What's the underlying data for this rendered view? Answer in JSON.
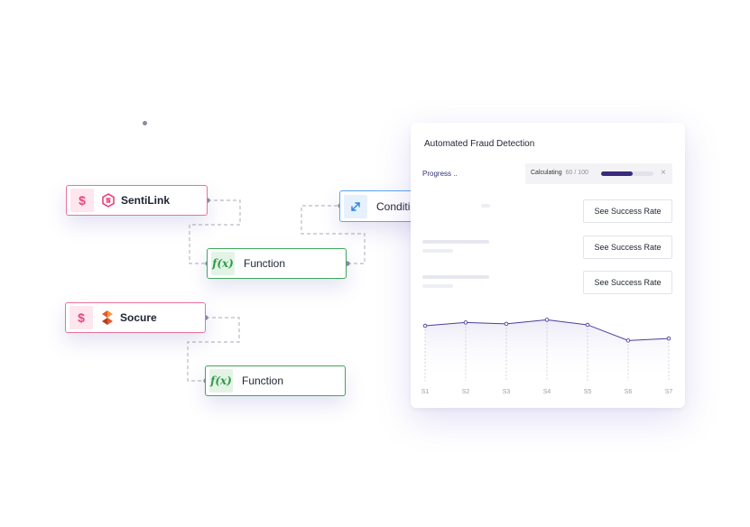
{
  "nodes": {
    "sentilink": {
      "icon": "$",
      "brand": "SentiLink"
    },
    "socure": {
      "icon": "$",
      "brand": "Socure"
    },
    "function_1": {
      "icon": "f(x)",
      "label": "Function"
    },
    "function_2": {
      "icon": "f(x)",
      "label": "Function"
    },
    "condition": {
      "icon": "expand-arrows-icon",
      "label": "Condition"
    }
  },
  "panel": {
    "title": "Automated Fraud Detection",
    "progress_label": "Progress ..",
    "calculating_label": "Calculating",
    "calculating_value": "60 / 100",
    "progress_fraction": 0.6,
    "close_glyph": "×",
    "buttons": [
      "See Success Rate",
      "See Success Rate",
      "See Success Rate"
    ]
  },
  "chart_data": {
    "type": "line",
    "categories": [
      "S1",
      "S2",
      "S3",
      "S4",
      "S5",
      "S6",
      "S7"
    ],
    "series": [
      {
        "values": [
          0.62,
          0.72,
          0.68,
          0.8,
          0.65,
          0.18,
          0.24
        ]
      }
    ],
    "ylim": [
      0,
      1
    ],
    "grid": "vertical dashed"
  },
  "colors": {
    "pink": "#e9739a",
    "green": "#3fa85b",
    "blue": "#5aa6ee",
    "accent": "#3b2a7c",
    "line": "#4a3f9e"
  }
}
